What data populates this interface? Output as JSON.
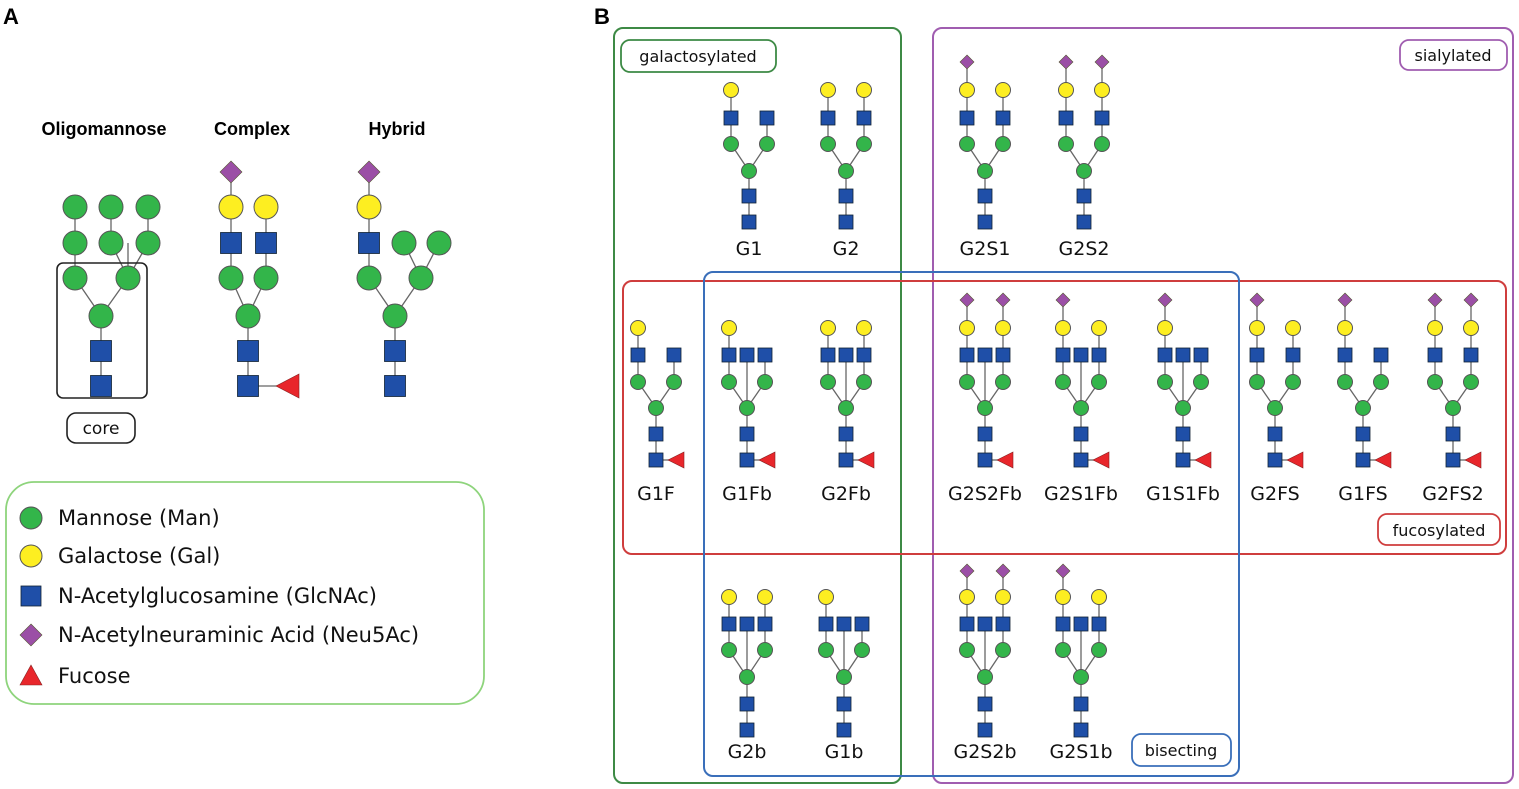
{
  "panels": {
    "a": "A",
    "b": "B"
  },
  "colors": {
    "mannose": "#33b54a",
    "galactose": "#fdee21",
    "glcnac": "#1f4fa8",
    "neu5ac": "#9b4fa6",
    "fucose": "#e8262b",
    "galactosylated": "#3d8a45",
    "sialylated": "#a05db0",
    "fucosylated": "#cf3d3d",
    "bisecting": "#3a6fba",
    "legend_border": "#8ed47c"
  },
  "panel_a": {
    "types": [
      {
        "title": "Oligomannose"
      },
      {
        "title": "Complex"
      },
      {
        "title": "Hybrid"
      }
    ],
    "core_label": "core"
  },
  "legend": [
    {
      "shape": "circle",
      "color_key": "mannose",
      "label": "Mannose (Man)"
    },
    {
      "shape": "circle",
      "color_key": "galactose",
      "label": "Galactose (Gal)"
    },
    {
      "shape": "square",
      "color_key": "glcnac",
      "label": "N-Acetylglucosamine (GlcNAc)"
    },
    {
      "shape": "diamond",
      "color_key": "neu5ac",
      "label": "N-Acetylneuraminic Acid (Neu5Ac)"
    },
    {
      "shape": "triangle",
      "color_key": "fucose",
      "label": "Fucose"
    }
  ],
  "groups": [
    {
      "key": "galactosylated",
      "label": "galactosylated"
    },
    {
      "key": "sialylated",
      "label": "sialylated"
    },
    {
      "key": "fucosylated",
      "label": "fucosylated"
    },
    {
      "key": "bisecting",
      "label": "bisecting"
    }
  ],
  "glycans": [
    {
      "name": "G1",
      "left": [
        "gal"
      ],
      "right": [],
      "bisect": false,
      "fuc": false
    },
    {
      "name": "G2",
      "left": [
        "gal"
      ],
      "right": [
        "gal"
      ],
      "bisect": false,
      "fuc": false
    },
    {
      "name": "G2S1",
      "left": [
        "gal",
        "sia"
      ],
      "right": [
        "gal"
      ],
      "bisect": false,
      "fuc": false
    },
    {
      "name": "G2S2",
      "left": [
        "gal",
        "sia"
      ],
      "right": [
        "gal",
        "sia"
      ],
      "bisect": false,
      "fuc": false
    },
    {
      "name": "G1F",
      "left": [
        "gal"
      ],
      "right": [],
      "bisect": false,
      "fuc": true
    },
    {
      "name": "G1Fb",
      "left": [
        "gal"
      ],
      "right": [],
      "bisect": true,
      "fuc": true
    },
    {
      "name": "G2Fb",
      "left": [
        "gal"
      ],
      "right": [
        "gal"
      ],
      "bisect": true,
      "fuc": true
    },
    {
      "name": "G2S2Fb",
      "left": [
        "gal",
        "sia"
      ],
      "right": [
        "gal",
        "sia"
      ],
      "bisect": true,
      "fuc": true
    },
    {
      "name": "G2S1Fb",
      "left": [
        "gal",
        "sia"
      ],
      "right": [
        "gal"
      ],
      "bisect": true,
      "fuc": true
    },
    {
      "name": "G1S1Fb",
      "left": [
        "gal",
        "sia"
      ],
      "right": [],
      "bisect": true,
      "fuc": true
    },
    {
      "name": "G2FS",
      "left": [
        "gal",
        "sia"
      ],
      "right": [
        "gal"
      ],
      "bisect": false,
      "fuc": true
    },
    {
      "name": "G1FS",
      "left": [
        "gal",
        "sia"
      ],
      "right": [],
      "bisect": false,
      "fuc": true
    },
    {
      "name": "G2FS2",
      "left": [
        "gal",
        "sia"
      ],
      "right": [
        "gal",
        "sia"
      ],
      "bisect": false,
      "fuc": true
    },
    {
      "name": "G2b",
      "left": [
        "gal"
      ],
      "right": [
        "gal"
      ],
      "bisect": true,
      "fuc": false
    },
    {
      "name": "G1b",
      "left": [
        "gal"
      ],
      "right": [],
      "bisect": true,
      "fuc": false
    },
    {
      "name": "G2S2b",
      "left": [
        "gal",
        "sia"
      ],
      "right": [
        "gal",
        "sia"
      ],
      "bisect": true,
      "fuc": false
    },
    {
      "name": "G2S1b",
      "left": [
        "gal",
        "sia"
      ],
      "right": [
        "gal"
      ],
      "bisect": true,
      "fuc": false
    }
  ]
}
